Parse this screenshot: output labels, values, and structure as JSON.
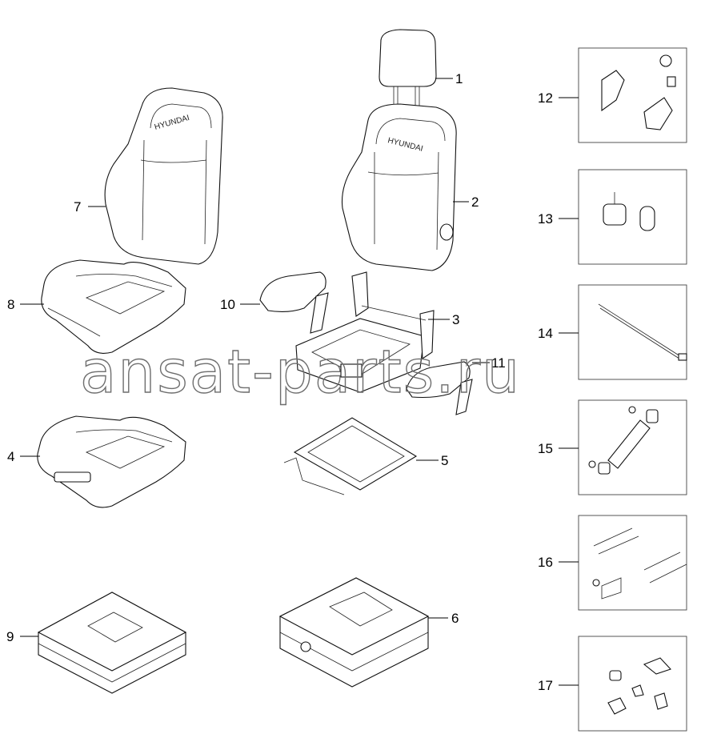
{
  "watermark": "ansat-parts.ru",
  "brand_text": "HYUNDAI",
  "callouts": [
    {
      "num": "1"
    },
    {
      "num": "2"
    },
    {
      "num": "3"
    },
    {
      "num": "4"
    },
    {
      "num": "5"
    },
    {
      "num": "6"
    },
    {
      "num": "7"
    },
    {
      "num": "8"
    },
    {
      "num": "9"
    },
    {
      "num": "10"
    },
    {
      "num": "11"
    },
    {
      "num": "12"
    },
    {
      "num": "13"
    },
    {
      "num": "14"
    },
    {
      "num": "15"
    },
    {
      "num": "16"
    },
    {
      "num": "17"
    }
  ]
}
